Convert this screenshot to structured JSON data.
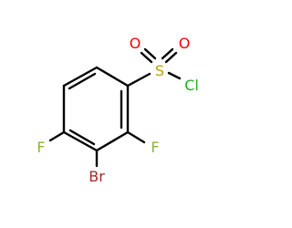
{
  "molecule": {
    "atoms": {
      "sulfur": "S",
      "oxygen_left": "O",
      "oxygen_right": "O",
      "chlorine": "Cl",
      "fluorine_ortho": "F",
      "fluorine_para": "F",
      "bromine": "Br"
    },
    "colors": {
      "bond": "#000000",
      "sulfur": "#B8A000",
      "oxygen": "#FF0000",
      "chlorine": "#1FB01F",
      "fluorine": "#8DB03C",
      "bromine": "#A52A2A"
    }
  }
}
